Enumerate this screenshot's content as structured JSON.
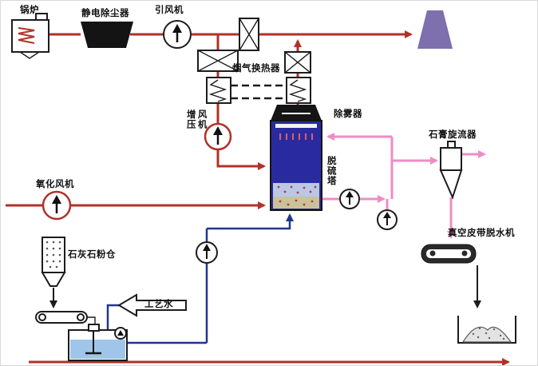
{
  "diagram": {
    "kind": "flue-gas-desulfurization-process-flow",
    "labels": {
      "boiler": "锅炉",
      "esp": "静电除尘器",
      "id_fan": "引风机",
      "gas_heater": "烟气换热器",
      "booster_fan": "增压\n风机",
      "demister": "除雾器",
      "tower": "脱硫塔",
      "cyclone": "石膏旋流器",
      "vacuum_belt": "真空皮带脱水机",
      "oxidation_fan": "氧化风机",
      "limestone_silo": "石灰石粉仓",
      "process_water": "工艺水"
    },
    "colors": {
      "flue_gas_red": "#b03228",
      "slurry_pink": "#ee8cc6",
      "water_blue": "#20368c",
      "stack_purple": "#7e6fae",
      "tower_blue": "#2a2aa0",
      "tank_water": "#9fc6e8"
    }
  }
}
